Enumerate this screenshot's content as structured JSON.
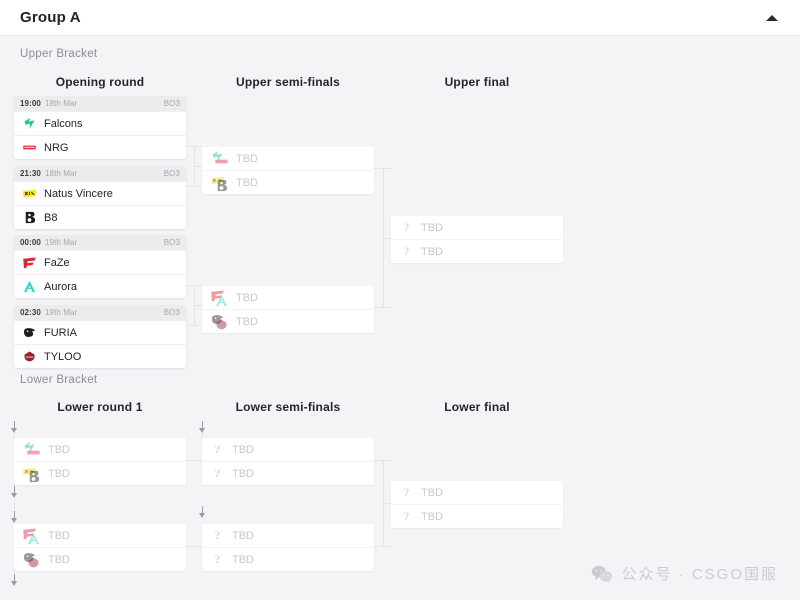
{
  "header": {
    "title": "Group A",
    "collapse_icon": "chevron-up-icon"
  },
  "upper_bracket": {
    "section_label": "Upper Bracket",
    "rounds": [
      {
        "label": "Opening round"
      },
      {
        "label": "Upper semi-finals"
      },
      {
        "label": "Upper final"
      }
    ],
    "opening_round": [
      {
        "time": "19:00",
        "date": "18th Mar",
        "format": "BO3",
        "teams": [
          {
            "name": "Falcons",
            "logo": "falcons-logo",
            "color": "#23c48a"
          },
          {
            "name": "NRG",
            "logo": "nrg-logo",
            "color": "#e4333f"
          }
        ]
      },
      {
        "time": "21:30",
        "date": "18th Mar",
        "format": "BO3",
        "teams": [
          {
            "name": "Natus Vincere",
            "logo": "navi-logo",
            "color": "#f2e313"
          },
          {
            "name": "B8",
            "logo": "b8-logo",
            "color": "#1d1d22"
          }
        ]
      },
      {
        "time": "00:00",
        "date": "19th Mar",
        "format": "BO3",
        "teams": [
          {
            "name": "FaZe",
            "logo": "faze-logo",
            "color": "#e4233c"
          },
          {
            "name": "Aurora",
            "logo": "aurora-logo",
            "color": "#2fd6c8"
          }
        ]
      },
      {
        "time": "02:30",
        "date": "19th Mar",
        "format": "BO3",
        "teams": [
          {
            "name": "FURIA",
            "logo": "furia-logo",
            "color": "#1d1d22"
          },
          {
            "name": "TYLOO",
            "logo": "tyloo-logo",
            "color": "#9b2030"
          }
        ]
      }
    ],
    "semi_finals": [
      {
        "teams": [
          {
            "name": "TBD",
            "logo": "falcons-nrg-placeholder-logo"
          },
          {
            "name": "TBD",
            "logo": "navi-b8-placeholder-logo"
          }
        ]
      },
      {
        "teams": [
          {
            "name": "TBD",
            "logo": "faze-aurora-placeholder-logo"
          },
          {
            "name": "TBD",
            "logo": "furia-tyloo-placeholder-logo"
          }
        ]
      }
    ],
    "final": {
      "teams": [
        {
          "name": "TBD",
          "logo": "question-mark-icon"
        },
        {
          "name": "TBD",
          "logo": "question-mark-icon"
        }
      ]
    }
  },
  "lower_bracket": {
    "section_label": "Lower Bracket",
    "rounds": [
      {
        "label": "Lower round 1"
      },
      {
        "label": "Lower semi-finals"
      },
      {
        "label": "Lower final"
      }
    ],
    "round1": [
      {
        "teams": [
          {
            "name": "TBD",
            "logo": "falcons-nrg-placeholder-logo"
          },
          {
            "name": "TBD",
            "logo": "navi-b8-placeholder-logo"
          }
        ]
      },
      {
        "teams": [
          {
            "name": "TBD",
            "logo": "faze-aurora-placeholder-logo"
          },
          {
            "name": "TBD",
            "logo": "furia-tyloo-placeholder-logo"
          }
        ]
      }
    ],
    "semi_finals": [
      {
        "teams": [
          {
            "name": "TBD",
            "logo": "question-mark-icon"
          },
          {
            "name": "TBD",
            "logo": "question-mark-icon"
          }
        ]
      },
      {
        "teams": [
          {
            "name": "TBD",
            "logo": "question-mark-icon"
          },
          {
            "name": "TBD",
            "logo": "question-mark-icon"
          }
        ]
      }
    ],
    "final": {
      "teams": [
        {
          "name": "TBD",
          "logo": "question-mark-icon"
        },
        {
          "name": "TBD",
          "logo": "question-mark-icon"
        }
      ]
    }
  },
  "watermark": {
    "icon": "wechat-icon",
    "text": "公众号 · CSGO国服"
  },
  "colors": {
    "page_background": "#f4f4f6",
    "card_background": "#ffffff",
    "card_header": "#ececed",
    "text_primary": "#24242c",
    "text_muted": "#9a9aa4",
    "tbd_text": "#c8c8d0",
    "connector": "#e3e3e8"
  }
}
